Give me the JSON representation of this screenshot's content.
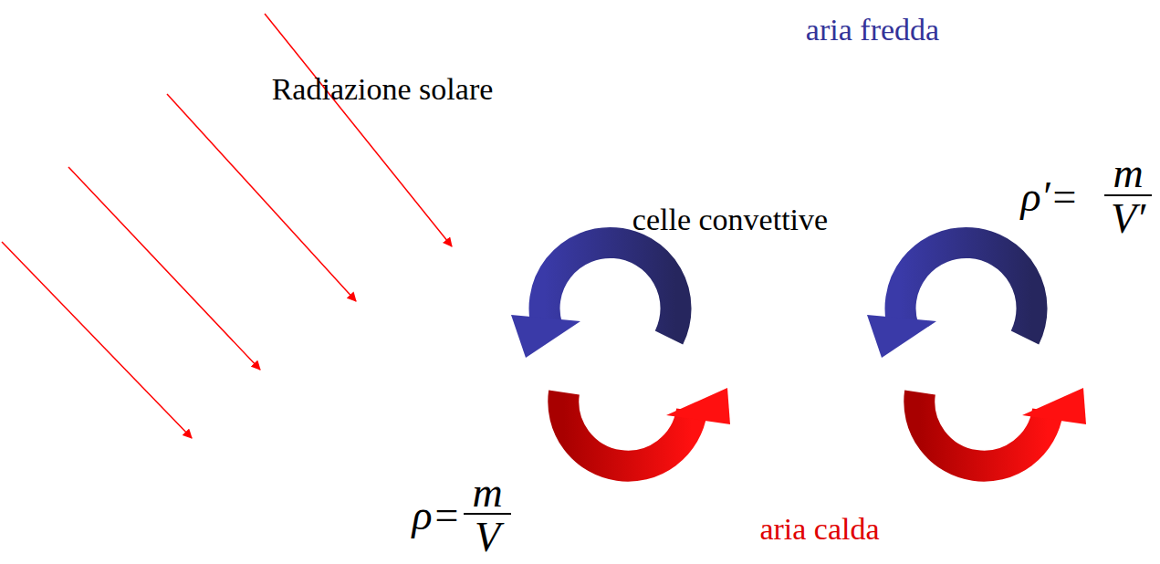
{
  "diagram": {
    "labels": [
      "aria fredda",
      "Radiazione solare",
      "celle convettive",
      "ρ′=",
      "m",
      "V′",
      "ρ=",
      "m",
      "V",
      "aria calda"
    ]
  }
}
